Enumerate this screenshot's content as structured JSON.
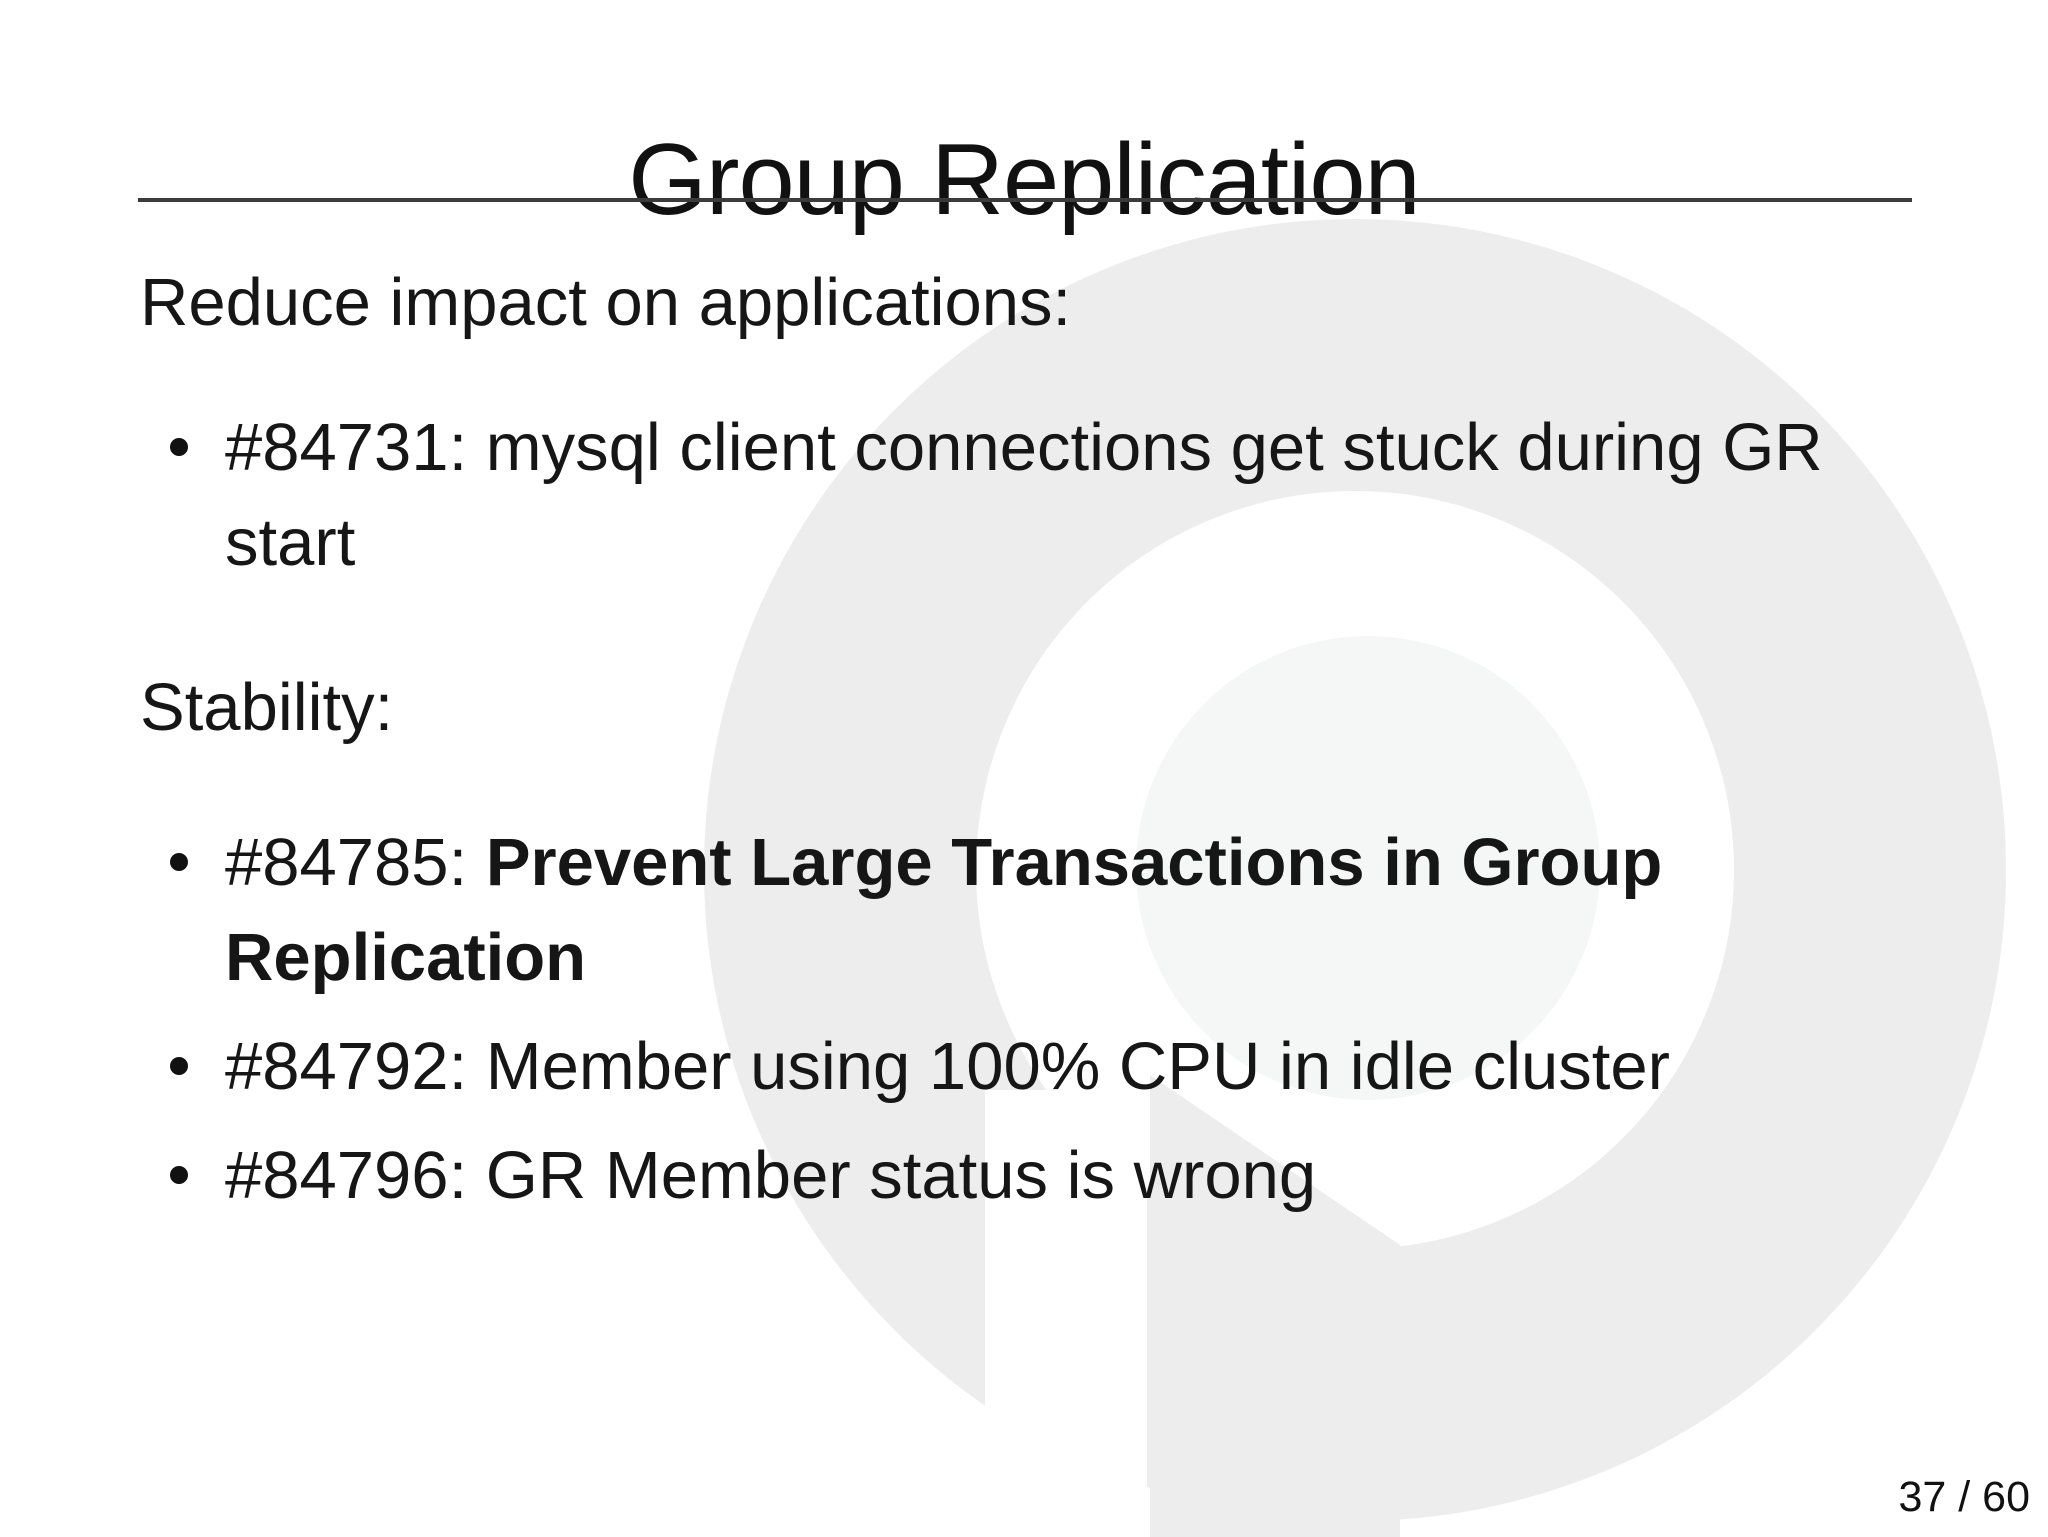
{
  "title": "Group Replication",
  "intro1": "Reduce impact on applications:",
  "list1": {
    "items": [
      {
        "text": "#84731: mysql client connections get stuck during GR start"
      }
    ]
  },
  "intro2": "Stability:",
  "list2": {
    "items": [
      {
        "prefix": "#84785: ",
        "bold": "Prevent Large Transactions in Group Replication"
      },
      {
        "text": "#84792: Member using 100% CPU in idle cluster"
      },
      {
        "text": "#84796: GR Member status is wrong"
      }
    ]
  },
  "footer": {
    "page_indicator": "37 / 60"
  },
  "watermark": {
    "icon": "percona-logo",
    "ring_color": "#ededed",
    "inner_disc_color": "#f5f6f6",
    "gap_color": "#ffffff"
  }
}
